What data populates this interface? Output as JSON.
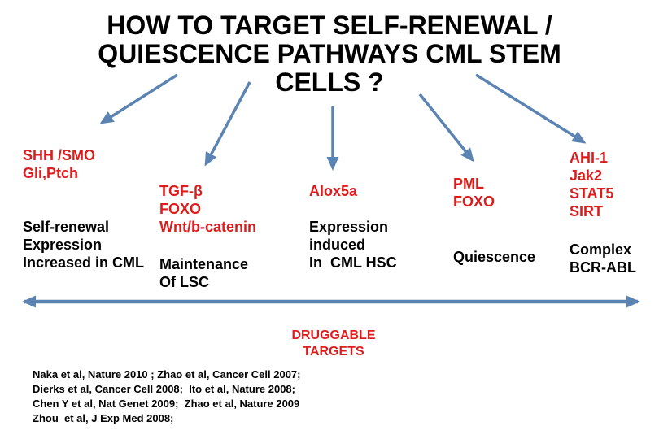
{
  "slide": {
    "title": "HOW TO TARGET SELF-RENEWAL /\nQUIESCENCE PATHWAYS CML STEM\nCELLS ?"
  },
  "columns": [
    {
      "id": "shh",
      "pathway": "SHH /SMO\nGli,Ptch",
      "note": "Self-renewal\nExpression\nIncreased in CML"
    },
    {
      "id": "tgf",
      "pathway": "TGF-β\nFOXO\nWnt/b-catenin",
      "note": "Maintenance\nOf LSC"
    },
    {
      "id": "alox5a",
      "pathway": "Alox5a",
      "note": "Expression\ninduced\nIn  CML HSC"
    },
    {
      "id": "pml",
      "pathway": "PML\nFOXO",
      "note": "Quiescence"
    },
    {
      "id": "ahi1",
      "pathway": "AHI-1\nJak2\nSTAT5\nSIRT",
      "note": "Complex\nBCR-ABL"
    }
  ],
  "banner": {
    "label": "DRUGGABLE\nTARGETS"
  },
  "references": "Naka et al, Nature 2010 ; Zhao et al, Cancer Cell 2007;\nDierks et al, Cancer Cell 2008;  Ito et al, Nature 2008;\nChen Y et al, Nat Genet 2009;  Zhao et al, Nature 2009\nZhou  et al, J Exp Med 2008;",
  "colors": {
    "pathway_red": "#dd1d1d",
    "arrow_blue": "#5b84b2",
    "text_black": "#000000",
    "slide_bg": "#ffffff"
  }
}
